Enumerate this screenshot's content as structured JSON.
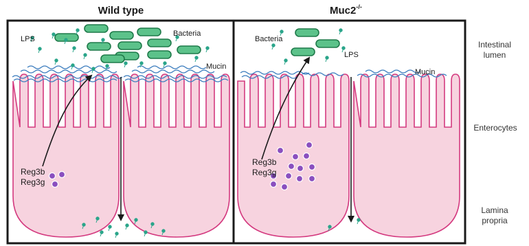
{
  "panels": {
    "left": {
      "title": "Wild type",
      "bacteria_label": "Bacteria",
      "lps_label": "LPS",
      "mucin_label": "Mucin",
      "reg3b_label": "Reg3b",
      "reg3g_label": "Reg3g"
    },
    "right": {
      "title_base": "Muc2",
      "title_sup": "-/-",
      "bacteria_label": "Bacteria",
      "lps_label": "LPS",
      "mucin_label": "Mucin",
      "reg3b_label": "Reg3b",
      "reg3g_label": "Reg3g"
    }
  },
  "side_labels": {
    "lumen_line1": "Intestinal",
    "lumen_line2": "lumen",
    "enterocytes": "Enterocytes",
    "lamina_line1": "Lamina",
    "lamina_line2": "propria"
  },
  "colors": {
    "bacteria_fill": "#5cc28a",
    "bacteria_stroke": "#1f7a4a",
    "cell_fill": "#f7d3df",
    "cell_stroke": "#d4397f",
    "mucin": "#3f7fbf",
    "reg_fill": "#8a4fbf",
    "lps": "#2aa58a",
    "frame": "#1a1a1a"
  }
}
